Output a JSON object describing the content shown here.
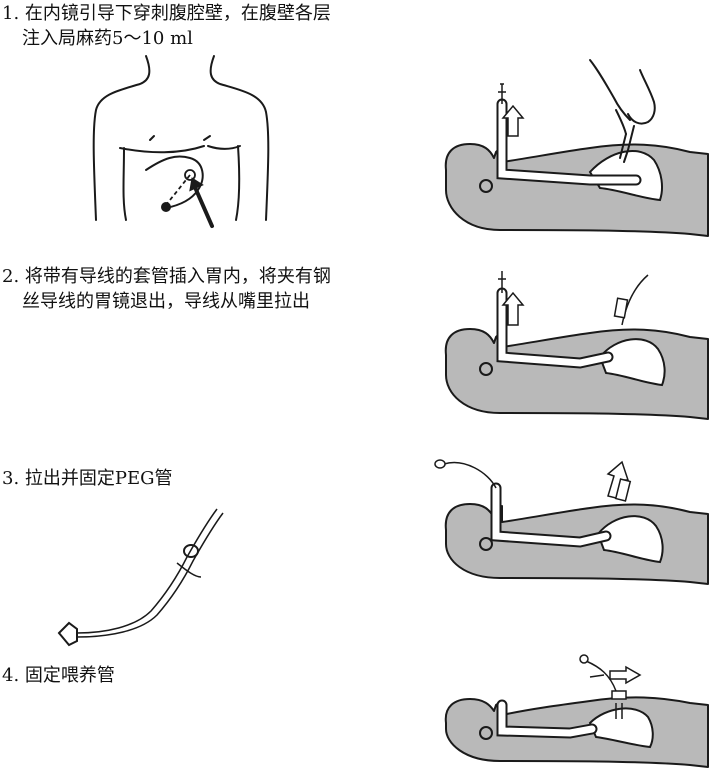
{
  "steps": [
    {
      "number": "1.",
      "line1": "在内镜引导下穿刺腹腔壁，在腹壁各层",
      "line2": "注入局麻药5～10 ml"
    },
    {
      "number": "2.",
      "line1": "将带有导线的套管插入胃内，将夹有钢",
      "line2": "丝导线的胃镜退出，导线从嘴里拉出"
    },
    {
      "number": "3.",
      "line1": "拉出并固定PEG管",
      "line2": ""
    },
    {
      "number": "4.",
      "line1": "固定喂养管",
      "line2": ""
    }
  ],
  "colors": {
    "body_fill": "#b9b9b9",
    "line": "#1a1a1a",
    "background": "#ffffff"
  },
  "icons": [
    "torso-puncture-icon",
    "patient-endoscope-icon",
    "hollow-up-arrow-icon",
    "gloved-hands-icon",
    "peg-tube-icon",
    "feeding-tube-icon"
  ]
}
